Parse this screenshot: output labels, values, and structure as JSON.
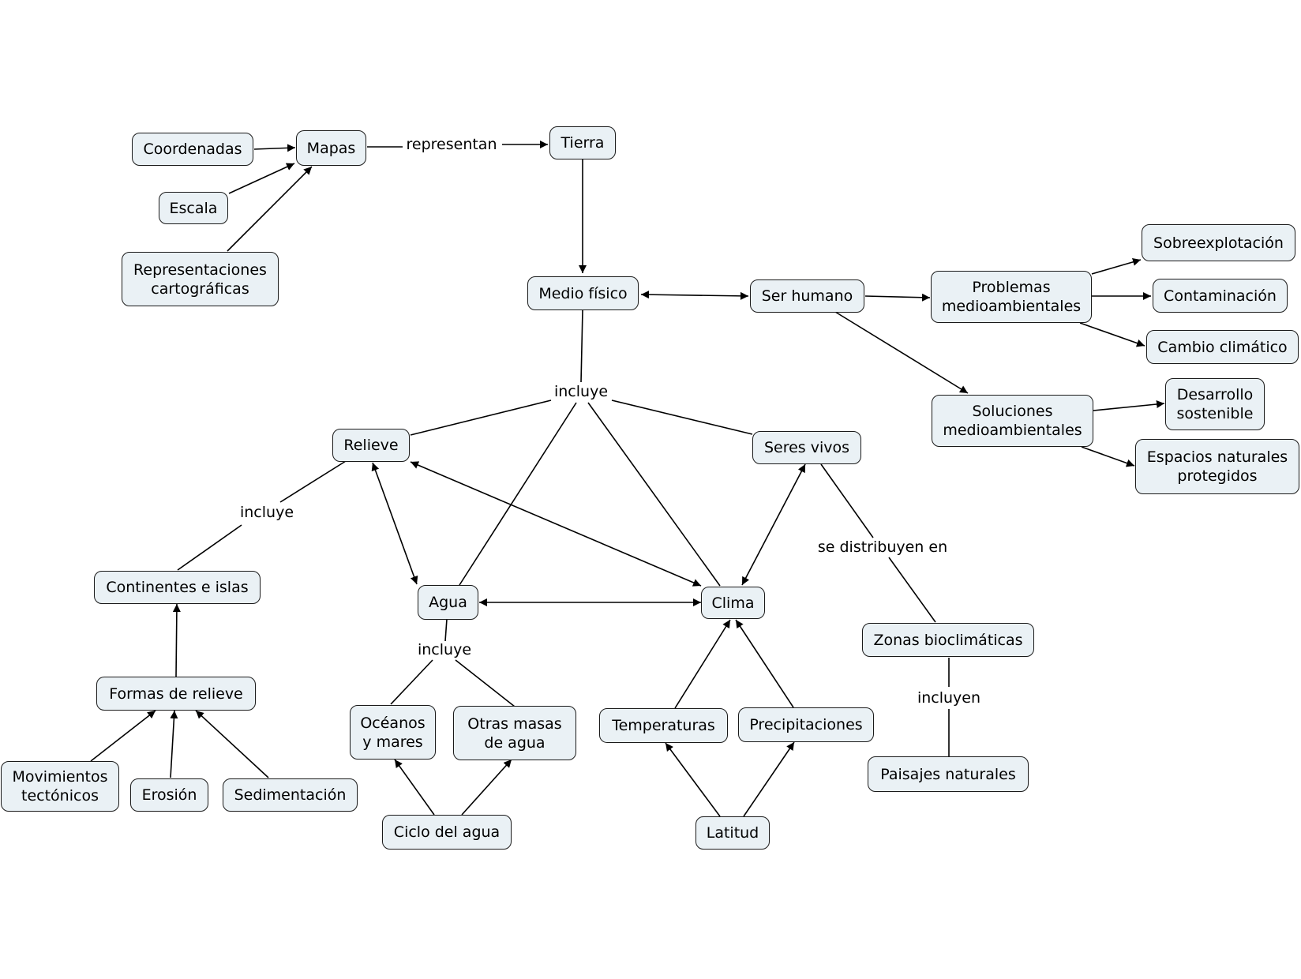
{
  "nodes": {
    "coordenadas": "Coordenadas",
    "mapas": "Mapas",
    "escala": "Escala",
    "representaciones": "Representaciones\ncartográficas",
    "tierra": "Tierra",
    "medio_fisico": "Medio físico",
    "ser_humano": "Ser humano",
    "problemas": "Problemas\nmedioambientales",
    "sobreexplotacion": "Sobreexplotación",
    "contaminacion": "Contaminación",
    "cambio_climatico": "Cambio climático",
    "soluciones": "Soluciones\nmedioambientales",
    "desarrollo": "Desarrollo\nsostenible",
    "espacios": "Espacios naturales\nprotegidos",
    "relieve": "Relieve",
    "seres_vivos": "Seres vivos",
    "continentes": "Continentes e islas",
    "agua": "Agua",
    "clima": "Clima",
    "zonas": "Zonas bioclimáticas",
    "formas": "Formas de relieve",
    "oceanos": "Océanos\ny mares",
    "otras_masas": "Otras masas\nde agua",
    "temperaturas": "Temperaturas",
    "precipitaciones": "Precipitaciones",
    "paisajes": "Paisajes naturales",
    "movimientos": "Movimientos\ntectónicos",
    "erosion": "Erosión",
    "sedimentacion": "Sedimentación",
    "ciclo": "Ciclo del agua",
    "latitud": "Latitud"
  },
  "labels": {
    "representan": "representan",
    "incluye_medio": "incluye",
    "incluye_relieve": "incluye",
    "incluye_agua": "incluye",
    "se_distribuyen": "se distribuyen en",
    "incluyen": "incluyen"
  },
  "colors": {
    "node_fill": "#eaf1f5",
    "node_border": "#1a1a1a",
    "line": "#000000"
  }
}
